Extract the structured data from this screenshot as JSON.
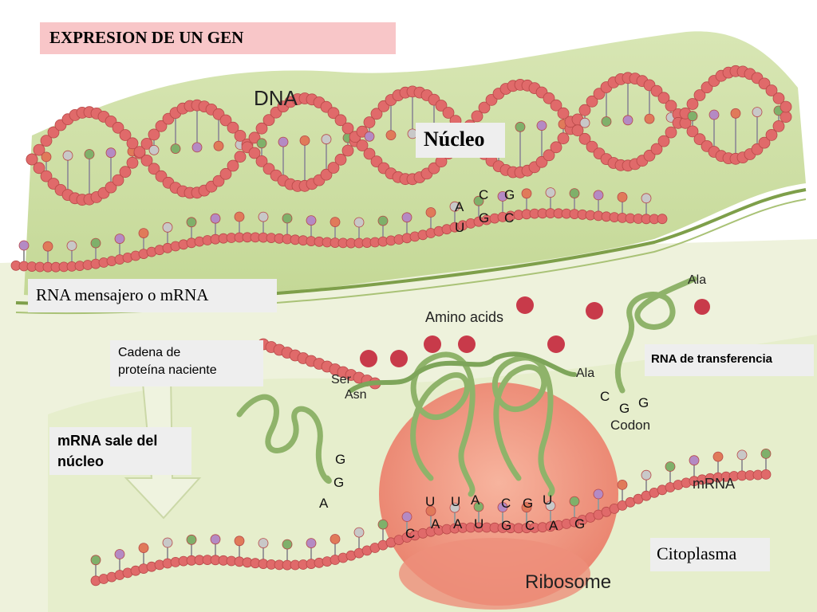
{
  "boxes": {
    "title": "EXPRESION DE UN GEN",
    "nucleo": "Núcleo",
    "mrna": "RNA mensajero o mRNA",
    "cadena_line1": "Cadena de",
    "cadena_line2": "proteína naciente",
    "sale_line1": "mRNA sale del",
    "sale_line2": "núcleo",
    "trna": "RNA de transferencia",
    "citoplasma": "Citoplasma"
  },
  "labels": {
    "dna": "DNA",
    "amino_acids": "Amino acids",
    "ala_top": "Ala",
    "ala_mid": "Ala",
    "ser": "Ser",
    "asn": "Asn",
    "codon": "Codon",
    "mrna_right": "mRNA",
    "ribosome": "Ribosome"
  },
  "bases": {
    "nucleus": [
      "C",
      "G",
      "A",
      "G",
      "C",
      "U"
    ],
    "trna_left": [
      "G",
      "G",
      "A"
    ],
    "trna_right": [
      "C",
      "G",
      "G"
    ],
    "anticodon_top": [
      "U",
      "U",
      "A",
      "C",
      "G",
      "U"
    ],
    "codon_bottom": [
      "C",
      "A",
      "A",
      "U",
      "G",
      "C",
      "A",
      "G"
    ]
  },
  "colors": {
    "nucleus": "#cfe0a6",
    "cytoplasm": "#e4eccb",
    "strand": "#e06a6a",
    "ribosome": "#f0a08c",
    "trna": "#8fb36a",
    "title_box": "#f8c6c8",
    "label_box": "#eeeeee"
  }
}
